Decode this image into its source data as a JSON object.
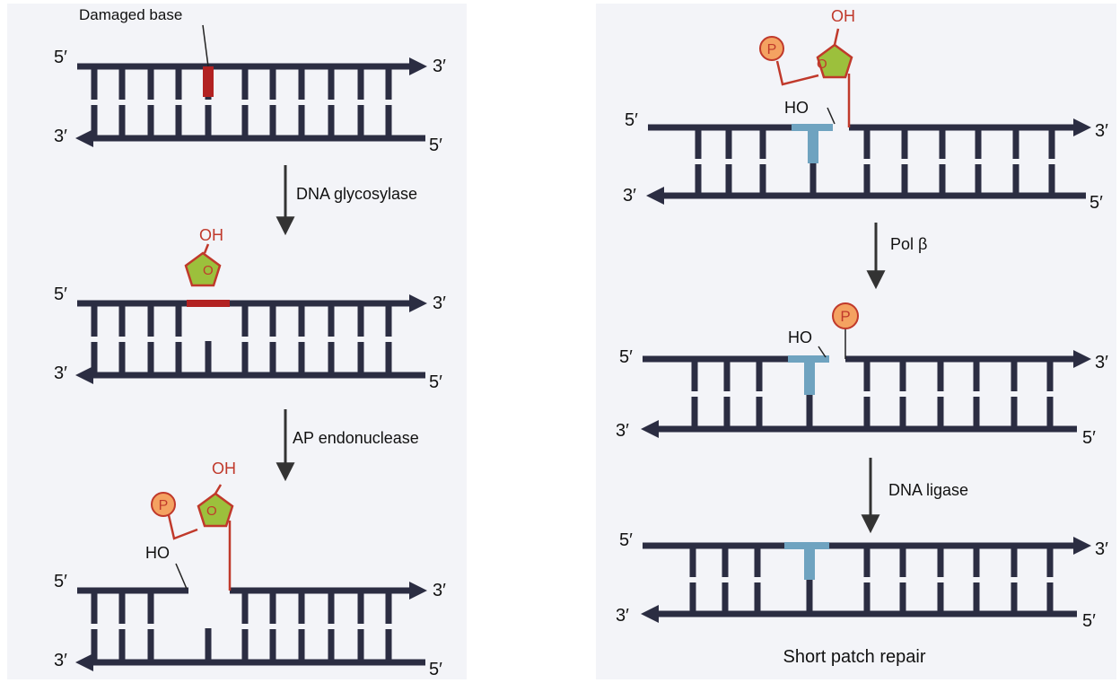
{
  "left_panel": {
    "damaged_base_label": "Damaged base",
    "step1_enzyme": "DNA glycosylase",
    "step2_enzyme": "AP endonuclease"
  },
  "right_panel": {
    "step3_enzyme": "Pol β",
    "step4_enzyme": "DNA ligase",
    "caption": "Short patch repair"
  },
  "symbols": {
    "phosphate": "P",
    "hydroxyl": "OH",
    "free_hydroxyl": "HO",
    "five_prime": "5′",
    "three_prime": "3′"
  },
  "colors": {
    "dna_strand": "#2b2d42",
    "damaged_base": "#b22222",
    "sugar_fill": "#9cc03c",
    "sugar_outline": "#c0392b",
    "phosphate_fill": "#f4a261",
    "new_nucleotide": "#6fa3c0",
    "arrow": "#333333"
  }
}
